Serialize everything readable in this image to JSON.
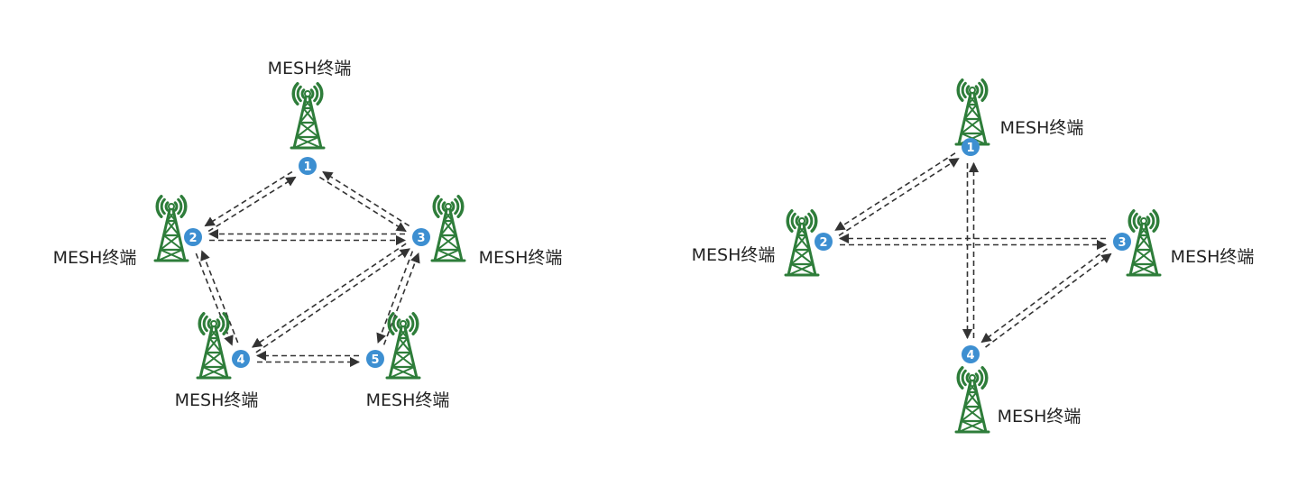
{
  "colors": {
    "tower": "#2e7d3a",
    "badge": "#3d8fd1",
    "arrow": "#333333"
  },
  "diagrams": [
    {
      "name": "five-node-mesh",
      "nodes": [
        {
          "id": "1",
          "label": "MESH终端"
        },
        {
          "id": "2",
          "label": "MESH终端"
        },
        {
          "id": "3",
          "label": "MESH终端"
        },
        {
          "id": "4",
          "label": "MESH终端"
        },
        {
          "id": "5",
          "label": "MESH终端"
        }
      ],
      "edges": [
        [
          "1",
          "2"
        ],
        [
          "1",
          "3"
        ],
        [
          "2",
          "3"
        ],
        [
          "2",
          "4"
        ],
        [
          "3",
          "4"
        ],
        [
          "3",
          "5"
        ],
        [
          "4",
          "5"
        ]
      ]
    },
    {
      "name": "four-node-mesh",
      "nodes": [
        {
          "id": "1",
          "label": "MESH终端"
        },
        {
          "id": "2",
          "label": "MESH终端"
        },
        {
          "id": "3",
          "label": "MESH终端"
        },
        {
          "id": "4",
          "label": "MESH终端"
        }
      ],
      "edges": [
        [
          "1",
          "2"
        ],
        [
          "1",
          "4"
        ],
        [
          "2",
          "3"
        ],
        [
          "3",
          "4"
        ]
      ]
    }
  ]
}
